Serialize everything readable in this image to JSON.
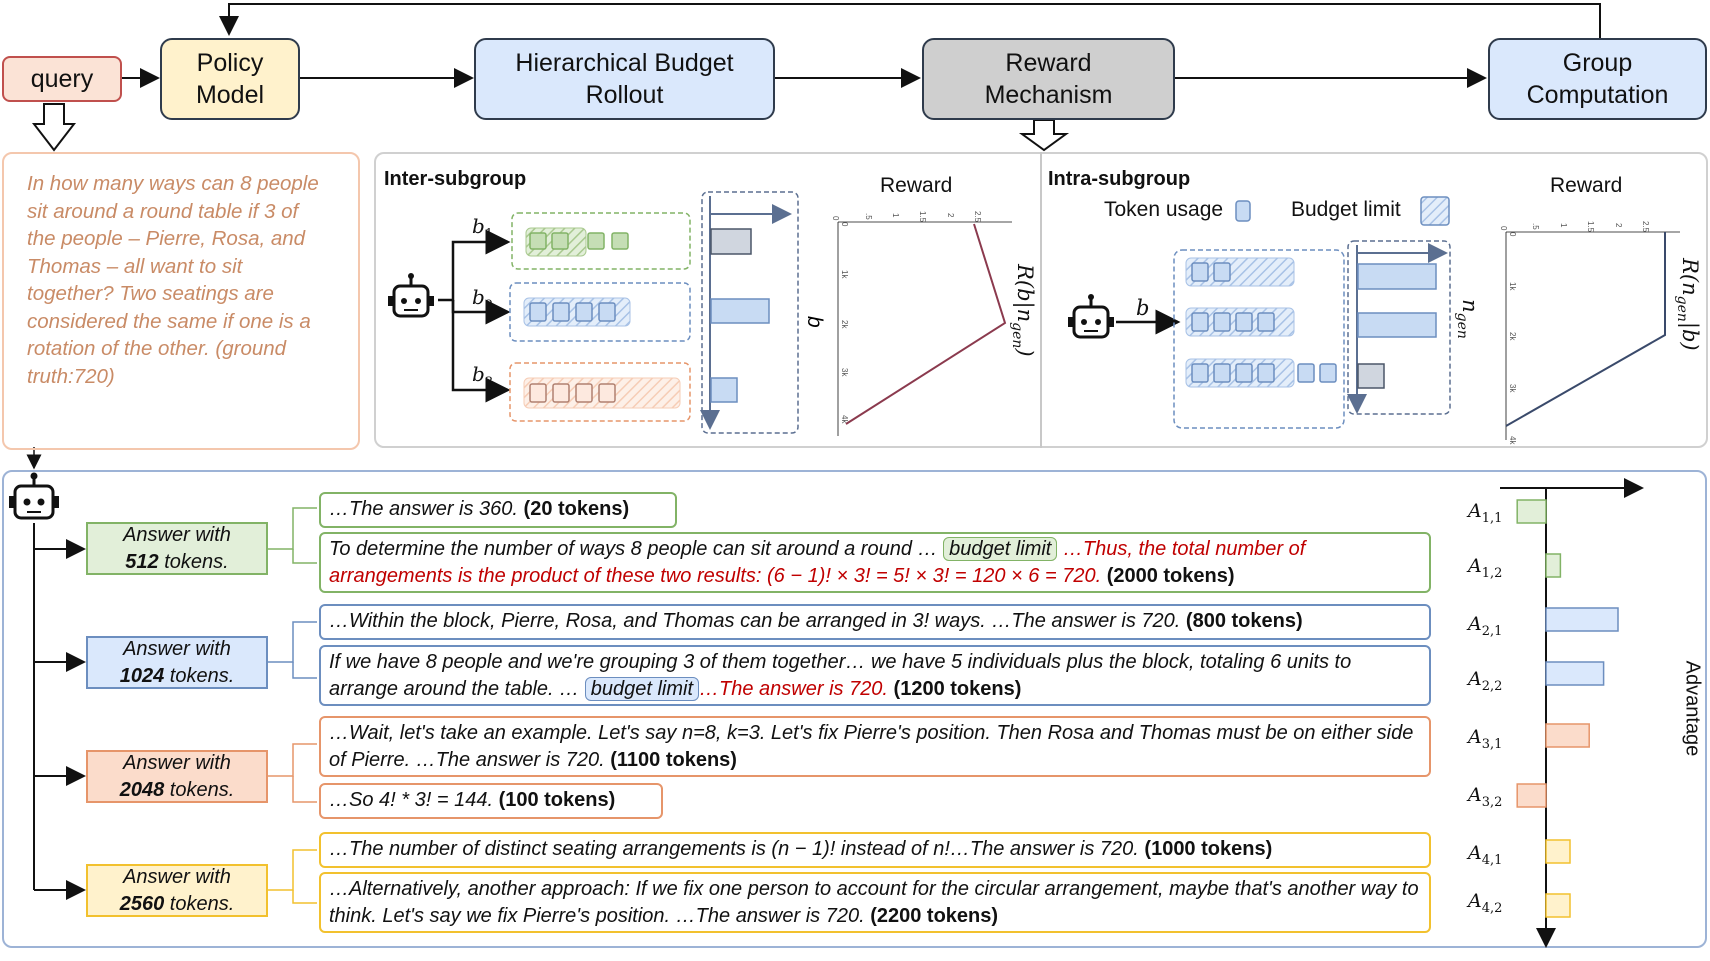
{
  "pipeline": {
    "query": "query",
    "policy_model": [
      "Policy",
      "Model"
    ],
    "rollout": [
      "Hierarchical Budget",
      "Rollout"
    ],
    "reward": [
      "Reward",
      "Mechanism"
    ],
    "group": [
      "Group",
      "Computation"
    ]
  },
  "question": "In how many ways can 8 people sit around a round table if 3 of the people – Pierre, Rosa, and Thomas – all want to sit together? Two seatings are considered the same if one is a rotation of the other. (ground truth:720)",
  "inter": {
    "title": "Inter-subgroup",
    "reward_label": "Reward",
    "budgets": [
      "b",
      "b",
      "b"
    ],
    "budget_subs": [
      "1",
      "2",
      "3"
    ],
    "y_axis": "b",
    "curve_label": "R(b|n",
    "curve_sub": "gen",
    "curve_end": ")",
    "x_ticks": [
      "0",
      ".5",
      "1",
      "1.5",
      "2",
      "2.5"
    ],
    "y_ticks": [
      "0",
      "1k",
      "2k",
      "3k",
      "4k"
    ]
  },
  "intra": {
    "title": "Intra-subgroup",
    "reward_label": "Reward",
    "legend_token": "Token usage",
    "legend_budget": "Budget limit",
    "budget": "b",
    "y_axis": "n",
    "y_axis_sub": "gen",
    "curve_label": "R(n",
    "curve_sub": "gen",
    "curve_end": "|b)",
    "x_ticks": [
      "0",
      ".5",
      "1",
      "1.5",
      "2",
      "2.5"
    ],
    "y_ticks": [
      "0",
      "1k",
      "2k",
      "3k",
      "4k"
    ]
  },
  "budgets": [
    {
      "prefix": "Answer with",
      "tokens": "512",
      "suffix": " tokens."
    },
    {
      "prefix": "Answer with",
      "tokens": "1024",
      "suffix": " tokens."
    },
    {
      "prefix": "Answer with",
      "tokens": "2048",
      "suffix": " tokens."
    },
    {
      "prefix": "Answer with",
      "tokens": "2560",
      "suffix": " tokens."
    }
  ],
  "answers": {
    "a11": {
      "text": "…The answer is 360. ",
      "tokens": "(20 tokens)"
    },
    "a12": {
      "text1": "To determine the number of ways 8 people can sit around a round … ",
      "pill": "budget limit",
      "red": "…Thus, the total number of arrangements is the product of these two results: (6 − 1)! × 3! = 5! × 3! = 120 × 6 = 720. ",
      "tokens": "(2000 tokens)"
    },
    "a21": {
      "text": "…Within the block, Pierre, Rosa, and Thomas can be arranged in 3! ways. …The answer is 720. ",
      "tokens": "(800 tokens)"
    },
    "a22": {
      "text1": "If we have 8 people and we're grouping 3 of them together… we have 5 individuals plus the block, totaling 6 units to arrange around the table. … ",
      "pill": "budget limit",
      "red": "…The answer is 720. ",
      "tokens": "(1200 tokens)"
    },
    "a31": {
      "text": "…Wait, let's take an example. Let's say n=8, k=3. Let's fix Pierre's position. Then Rosa and Thomas must be on either side of Pierre. …The answer is 720. ",
      "tokens": "(1100 tokens)"
    },
    "a32": {
      "text": "…So 4! * 3! = 144. ",
      "tokens": "(100 tokens)"
    },
    "a41": {
      "text": "…The number of distinct seating arrangements is (n − 1)! instead of n!…The answer is 720. ",
      "tokens": "(1000 tokens)"
    },
    "a42": {
      "text": "…Alternatively, another approach: If we fix one person to account for the circular arrangement, maybe that's another way to think. Let's say we fix Pierre's position. …The answer is 720. ",
      "tokens": "(2200 tokens)"
    }
  },
  "advantage": {
    "axis_label": "Advantage",
    "labels": [
      {
        "main": "A",
        "sub": "1,1"
      },
      {
        "main": "A",
        "sub": "1,2"
      },
      {
        "main": "A",
        "sub": "2,1"
      },
      {
        "main": "A",
        "sub": "2,2"
      },
      {
        "main": "A",
        "sub": "3,1"
      },
      {
        "main": "A",
        "sub": "3,2"
      },
      {
        "main": "A",
        "sub": "4,1"
      },
      {
        "main": "A",
        "sub": "4,2"
      }
    ],
    "values": [
      -0.6,
      0.3,
      1.5,
      1.2,
      0.9,
      -0.6,
      0.5,
      0.5
    ]
  },
  "colors": {
    "green": "#82b366",
    "green_fill": "#d5e8d4",
    "blue": "#6c8ebf",
    "blue_fill": "#dae8fc",
    "orange": "#e6956a",
    "orange_fill": "#fbdccb",
    "yellow": "#f2c12e",
    "yellow_fill": "#fff2cc",
    "curve_inter": "#8b3a4e",
    "curve_intra": "#3a4a6b"
  }
}
